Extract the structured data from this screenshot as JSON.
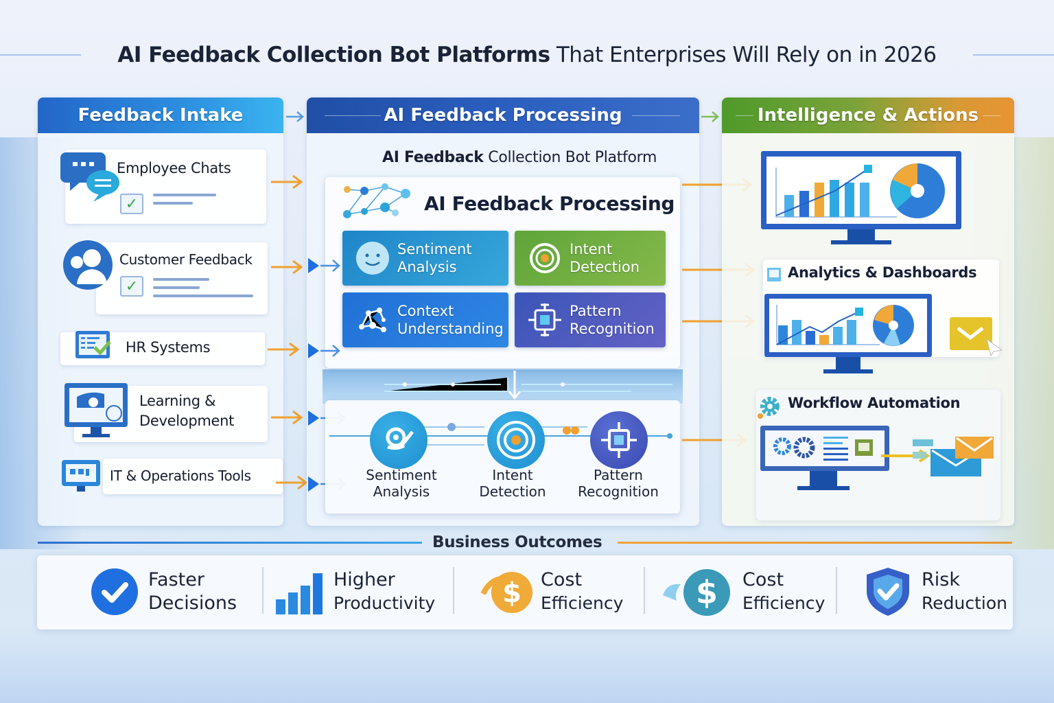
{
  "title": {
    "bold": "AI Feedback Collection Bot Platforms",
    "regular": "That Enterprises Will Rely on in 2026"
  },
  "columns": {
    "intake": {
      "header": "Feedback Intake",
      "items": [
        {
          "label": "Employee Chats",
          "icon": "chat-bubbles-icon"
        },
        {
          "label": "Customer Feedback",
          "icon": "users-icon"
        },
        {
          "label": "HR Systems",
          "icon": "hr-document-icon"
        },
        {
          "label_line1": "Learning &",
          "label_line2": "Development",
          "icon": "training-monitor-icon"
        },
        {
          "label": "IT & Operations Tools",
          "icon": "it-monitor-icon"
        }
      ]
    },
    "processing": {
      "header": "AI Feedback Processing",
      "subtitle_bold": "AI Feedback",
      "subtitle_regular": "Collection Bot Platform",
      "inner_title": "AI Feedback Processing",
      "tiles": [
        {
          "line1": "Sentiment",
          "line2": "Analysis",
          "icon": "smiley-icon",
          "color": "#2196d3"
        },
        {
          "line1": "Intent",
          "line2": "Detection",
          "icon": "target-icon",
          "color": "#6cab3f"
        },
        {
          "line1": "Context",
          "line2": "Understanding",
          "icon": "network-icon",
          "color": "#2679dc"
        },
        {
          "line1": "Pattern",
          "line2": "Recognition",
          "icon": "chip-icon",
          "color": "#4c5abf"
        }
      ],
      "pipeline": [
        {
          "line1": "Sentiment",
          "line2": "Analysis",
          "icon": "sentiment-search-icon"
        },
        {
          "line1": "Intent",
          "line2": "Detection",
          "icon": "target-icon"
        },
        {
          "line1": "Pattern",
          "line2": "Recognition",
          "icon": "chip-icon"
        }
      ]
    },
    "intelligence": {
      "header": "Intelligence & Actions",
      "items": [
        {
          "label": "Analytics & Dashboards",
          "icon": "dashboard-icon"
        },
        {
          "label": "Workflow Automation",
          "icon": "gear-icon"
        }
      ]
    }
  },
  "outcomes": {
    "title": "Business Outcomes",
    "items": [
      {
        "line1": "Faster",
        "line2": "Decisions",
        "icon": "check-circle-icon"
      },
      {
        "line1": "Higher",
        "line2": "Productivity",
        "icon": "bar-chart-icon"
      },
      {
        "line1": "Cost",
        "line2": "Efficiency",
        "icon": "dollar-coin-icon"
      },
      {
        "line1": "Cost",
        "line2": "Efficiency",
        "icon": "dollar-circle-icon"
      },
      {
        "line1": "Risk",
        "line2": "Reduction",
        "icon": "shield-check-icon"
      }
    ]
  },
  "colors": {
    "intake_header": "#2a7fd8",
    "processing_header": "#2556b3",
    "intelligence_header_start": "#4e9a2a",
    "intelligence_header_end": "#e89433",
    "flow_arrow": "#f0a030",
    "text_dark": "#1a2236"
  }
}
